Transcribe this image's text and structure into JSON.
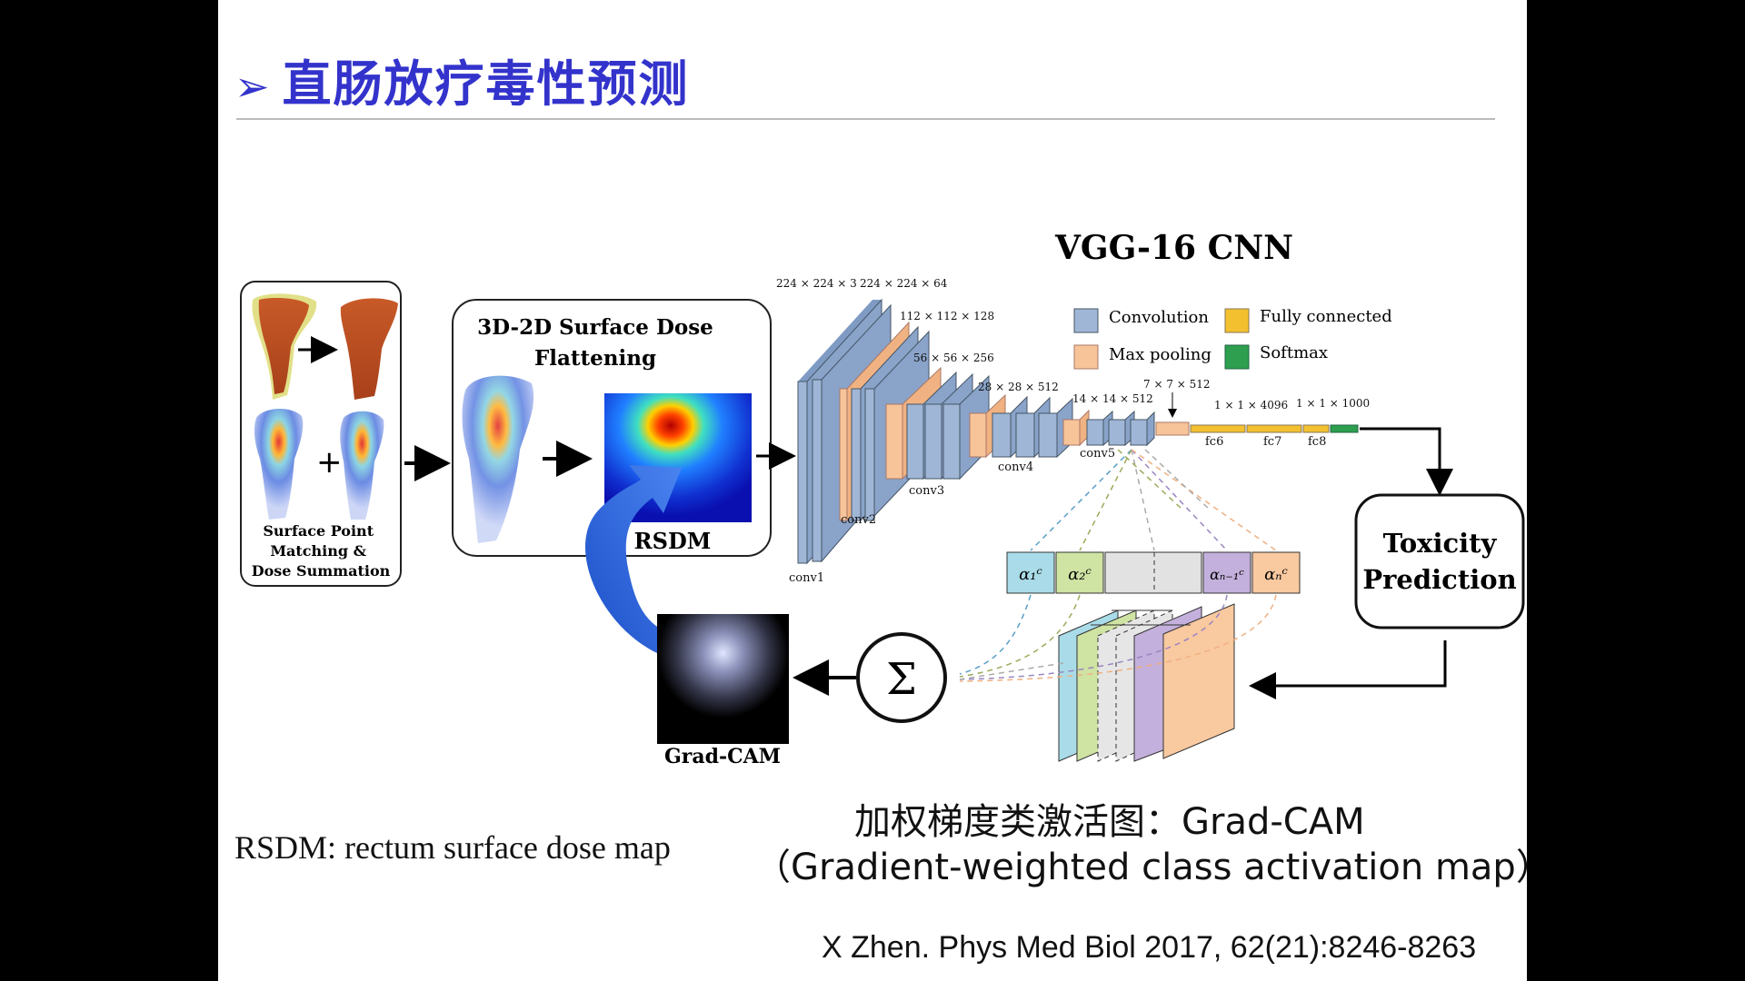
{
  "slide": {
    "title": "直肠放疗毒性预测",
    "title_bullet": "➢"
  },
  "diagram": {
    "panel1_label": "Surface Point\nMatching &\nDose Summation",
    "panel2_title_line1": "3D-2D Surface Dose",
    "panel2_title_line2": "Flattening",
    "rsdm_label": "RSDM",
    "network_title": "VGG-16 CNN",
    "legend": {
      "convolution": "Convolution",
      "max_pooling": "Max pooling",
      "fully_connected": "Fully connected",
      "softmax": "Softmax"
    },
    "dims": {
      "d1": "224 × 224 × 3",
      "d2": "224 × 224 × 64",
      "d3": "112 × 112 × 128",
      "d4": "56 × 56 × 256",
      "d5": "28 × 28 × 512",
      "d6": "14 × 14 × 512",
      "d7": "7 × 7 × 512",
      "d8": "1 × 1 × 4096",
      "d9": "1 × 1 × 1000"
    },
    "layers": {
      "conv1": "conv1",
      "conv2": "conv2",
      "conv3": "conv3",
      "conv4": "conv4",
      "conv5": "conv5",
      "fc6": "fc6",
      "fc7": "fc7",
      "fc8": "fc8"
    },
    "toxicity_line1": "Toxicity",
    "toxicity_line2": "Prediction",
    "gradcam_label": "Grad-CAM",
    "sigma": "Σ",
    "alphas": [
      "α₁ᶜ",
      "α₂ᶜ",
      "αₙ₋₁ᶜ",
      "αₙᶜ"
    ]
  },
  "notes": {
    "rsdm_def": "RSDM: rectum surface dose map",
    "caption_cn": "加权梯度类激活图：Grad-CAM",
    "caption_en": "（Gradient-weighted class activation map）",
    "citation": "X Zhen. Phys Med Biol 2017, 62(21):8246-8263"
  },
  "colors": {
    "title": "#3333cc",
    "conv": "#9fb6d6",
    "pool": "#f7c49a",
    "fc": "#f3c030",
    "softmax": "#2e9e4f",
    "arrow_blue": "#2a5fd0"
  }
}
